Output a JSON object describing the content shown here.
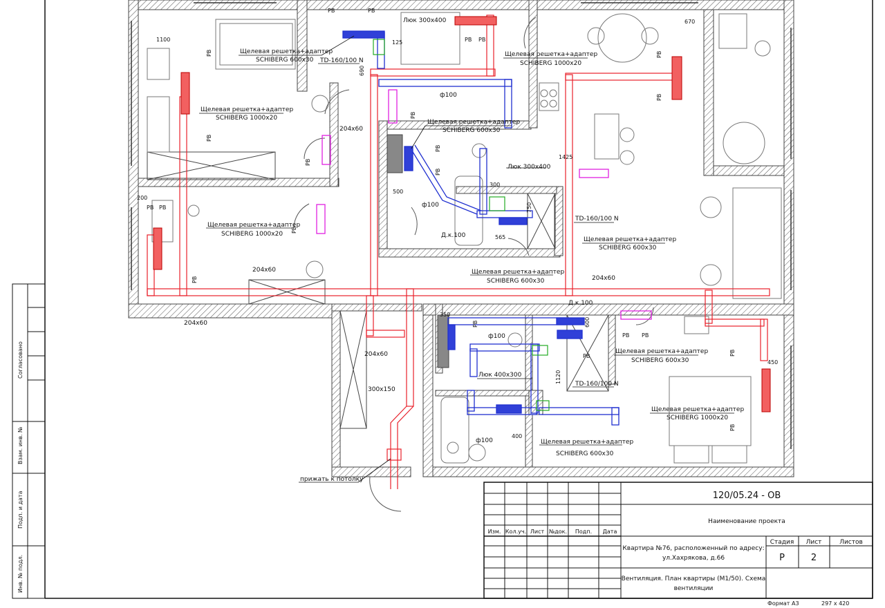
{
  "colors": {
    "supply": "#e8202a",
    "exhaust": "#2030d0",
    "wall": "#444444",
    "magenta": "#e020e0",
    "green": "#22aa22"
  },
  "labels": {
    "grille_top_left": "Щелевая решетка+адаптер",
    "grille_top_left_sub": "SCHIBERG 600x30",
    "td_top": "TD-160/100 N",
    "hatch_top": "Люк 300x400",
    "grille_top_mid": "Щелевая решетка+адаптер",
    "grille_top_mid_sub": "SCHIBERG 1000x20",
    "grille_left_room": "Щелевая решетка+адаптер",
    "grille_left_room_sub": "SCHIBERG 1000x20",
    "grille_center": "Щелевая решетка+адаптер",
    "grille_center_sub": "SCHIBERG 600x30",
    "hatch_mid": "Люк 300x400",
    "td_mid": "TD-160/100 N",
    "grille_bath": "Щелевая решетка+адаптер",
    "grille_bath_sub": "SCHIBERG 600x30",
    "grille_lower_left": "Щелевая решетка+адаптер",
    "grille_lower_left_sub": "SCHIBERG 1000x20",
    "grille_corridor": "Щелевая решетка+адаптер",
    "grille_corridor_sub": "SCHIBERG 600x30",
    "grille_right_bath": "Щелевая решетка+адаптер",
    "grille_right_bath_sub": "SCHIBERG 600x30",
    "hatch_low": "Люк 400x300",
    "td_low": "TD-160/100 N",
    "grille_bedroom": "Щелевая решетка+адаптер",
    "grille_bedroom_sub": "SCHIBERG 1000x20",
    "grille_bottom": "Щелевая решетка+адаптер",
    "grille_bottom_sub": "SCHIBERG 600x30",
    "press_ceiling": "прижать к потолку",
    "d100_a": "ф100",
    "d100_b": "ф100",
    "d100_c": "ф100",
    "d100_d": "ф100",
    "duct_204_a": "204x60",
    "duct_204_b": "204x60",
    "duct_204_c": "204x60",
    "duct_204_d": "204x60",
    "duct_204_e": "204x60",
    "duct_300": "300x150",
    "dk100_a": "Д.к.100",
    "dk100_b": "Д.к.100",
    "dim_1100": "1100",
    "dim_670": "670",
    "dim_500": "500",
    "dim_565": "565",
    "dim_1425": "1425",
    "dim_350": "350",
    "dim_450": "450",
    "dim_400": "400",
    "dim_300": "300",
    "dim_125": "125",
    "dim_690": "690",
    "dim_750": "750",
    "dim_600": "600",
    "dim_1120": "1120",
    "dim_200": "200",
    "pb": "РВ"
  },
  "side_stamp": [
    "Согласовано",
    "Взам. инв. №",
    "Подп. и дата",
    "Инв. № подл."
  ],
  "title_block": {
    "code": "120/05.24 - ОВ",
    "project_name": "Наименование проекта",
    "address_line1": "Квартира №76, расположенный по адресу:",
    "address_line2": "ул.Хахрякова, д.66",
    "sheet_title_line1": "Вентиляция. План квартиры (М1/50). Схема",
    "sheet_title_line2": "вентиляции",
    "col_headers": [
      "Изм.",
      "Кол.уч.",
      "Лист",
      "№док.",
      "Подп.",
      "Дата"
    ],
    "stage_label": "Стадия",
    "sheet_label": "Лист",
    "sheets_label": "Листов",
    "stage": "Р",
    "sheet": "2",
    "sheets": "",
    "format": "Формат А3",
    "format_size": "297 x 420"
  }
}
